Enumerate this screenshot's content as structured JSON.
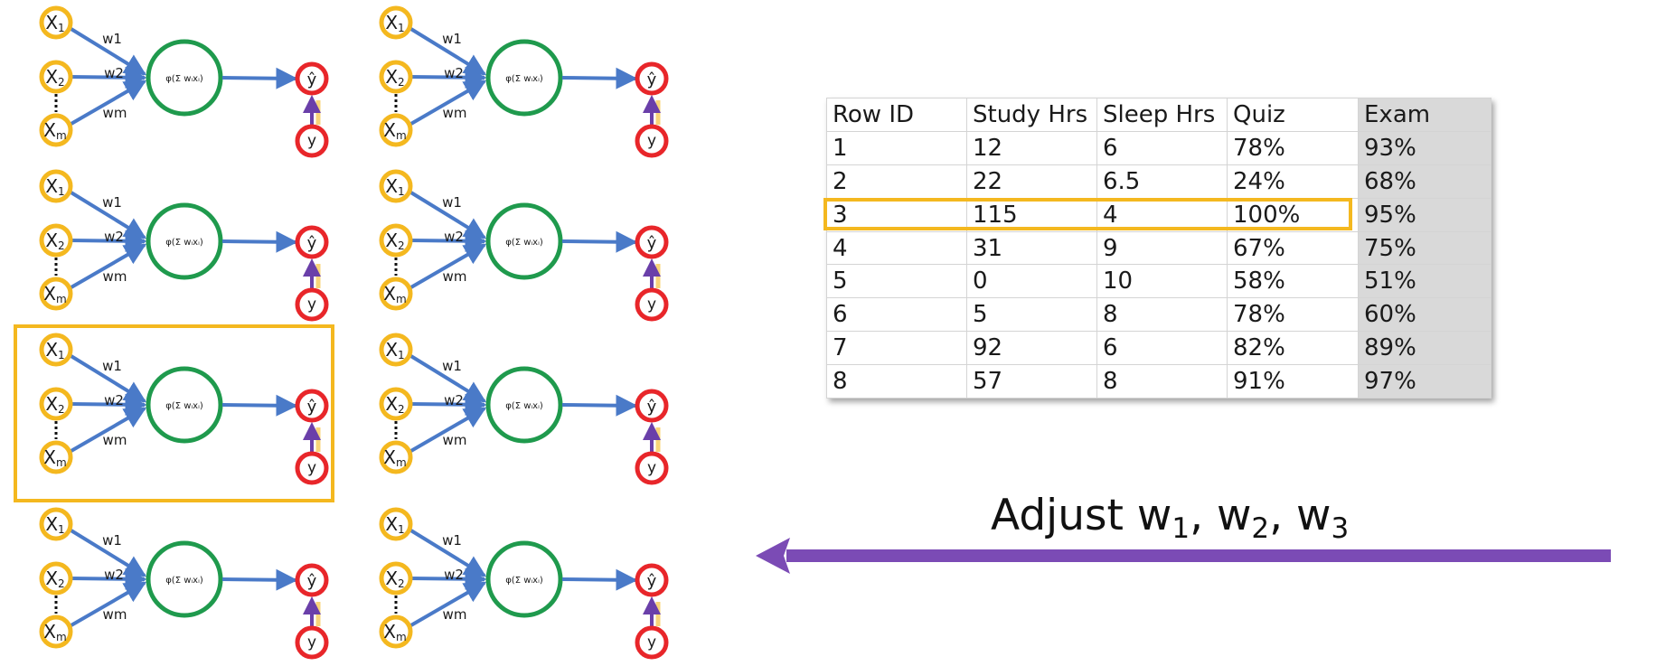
{
  "network": {
    "input_labels": [
      "X1",
      "X2",
      "Xm"
    ],
    "weight_labels": [
      "w1",
      "w2",
      "wm"
    ],
    "activation_label": "φ(Σ wᵢxᵢ)",
    "output_label": "ŷ",
    "actual_label": "y",
    "copies": 8,
    "highlighted_copy": 5,
    "colors": {
      "input_ring": "#f4b81f",
      "activation_ring": "#1f9a4d",
      "output_ring": "#e8262a",
      "connection": "#4a7ac8",
      "feedback_arrow": "#6a3fa9",
      "highlight_box": "#f4b81f"
    }
  },
  "table": {
    "headers": [
      "Row ID",
      "Study Hrs",
      "Sleep Hrs",
      "Quiz",
      "Exam"
    ],
    "rows": [
      [
        "1",
        "12",
        "6",
        "78%",
        "93%"
      ],
      [
        "2",
        "22",
        "6.5",
        "24%",
        "68%"
      ],
      [
        "3",
        "115",
        "4",
        "100%",
        "95%"
      ],
      [
        "4",
        "31",
        "9",
        "67%",
        "75%"
      ],
      [
        "5",
        "0",
        "10",
        "58%",
        "51%"
      ],
      [
        "6",
        "5",
        "8",
        "78%",
        "60%"
      ],
      [
        "7",
        "92",
        "6",
        "82%",
        "89%"
      ],
      [
        "8",
        "57",
        "8",
        "91%",
        "97%"
      ]
    ],
    "highlighted_row": 2
  },
  "caption": {
    "prefix": "Adjust ",
    "w": "w",
    "s1": "1",
    "s2": "2",
    "s3": "3",
    "sep": ", "
  },
  "arrow": {
    "direction": "left",
    "color": "#7b4bb5"
  }
}
